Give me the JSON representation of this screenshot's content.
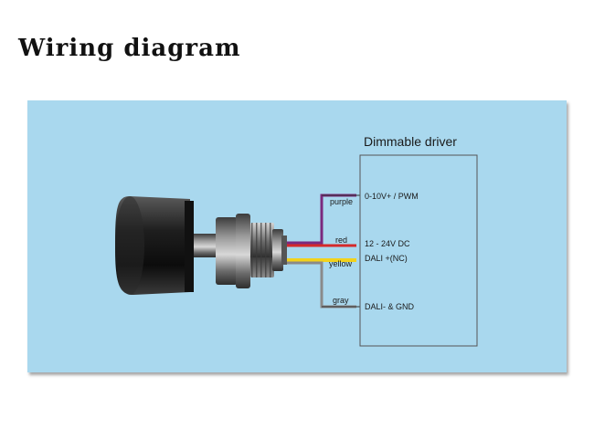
{
  "title": "Wiring diagram",
  "driver": {
    "title": "Dimmable driver",
    "terminals": [
      "0-10V+ / PWM",
      "12 - 24V DC",
      "DALI +(NC)",
      "DALI- & GND"
    ]
  },
  "wires": [
    {
      "color_name": "purple",
      "hex": "#7b2a7e"
    },
    {
      "color_name": "red",
      "hex": "#d42a2a"
    },
    {
      "color_name": "yellow",
      "hex": "#f2d21b"
    },
    {
      "color_name": "gray",
      "hex": "#8a8a8a"
    }
  ],
  "colors": {
    "panel": "#a9d8ee",
    "box": "#a9d8ee",
    "line": "#333333"
  }
}
